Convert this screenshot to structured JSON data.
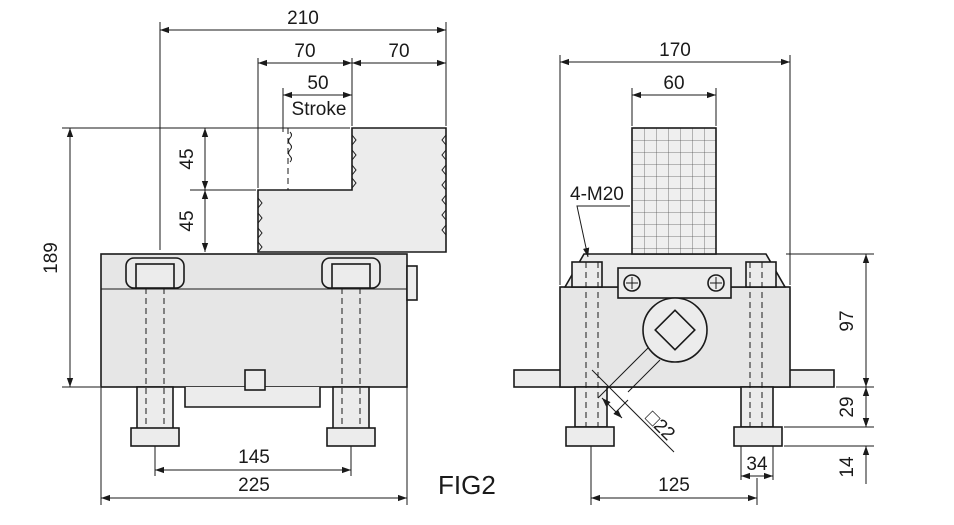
{
  "figure_label": "FIG2",
  "side_view": {
    "dim_210": "210",
    "dim_70_left": "70",
    "dim_70_right": "70",
    "dim_50": "50",
    "stroke_label": "Stroke",
    "dim_45_upper": "45",
    "dim_45_lower": "45",
    "dim_189": "189",
    "dim_145": "145",
    "dim_225": "225"
  },
  "front_view": {
    "dim_170": "170",
    "dim_60": "60",
    "thread_label": "4-M20",
    "dim_97": "97",
    "dim_29": "29",
    "dim_14": "14",
    "dim_34": "34",
    "dim_125": "125",
    "square_drive_label": "□22"
  }
}
